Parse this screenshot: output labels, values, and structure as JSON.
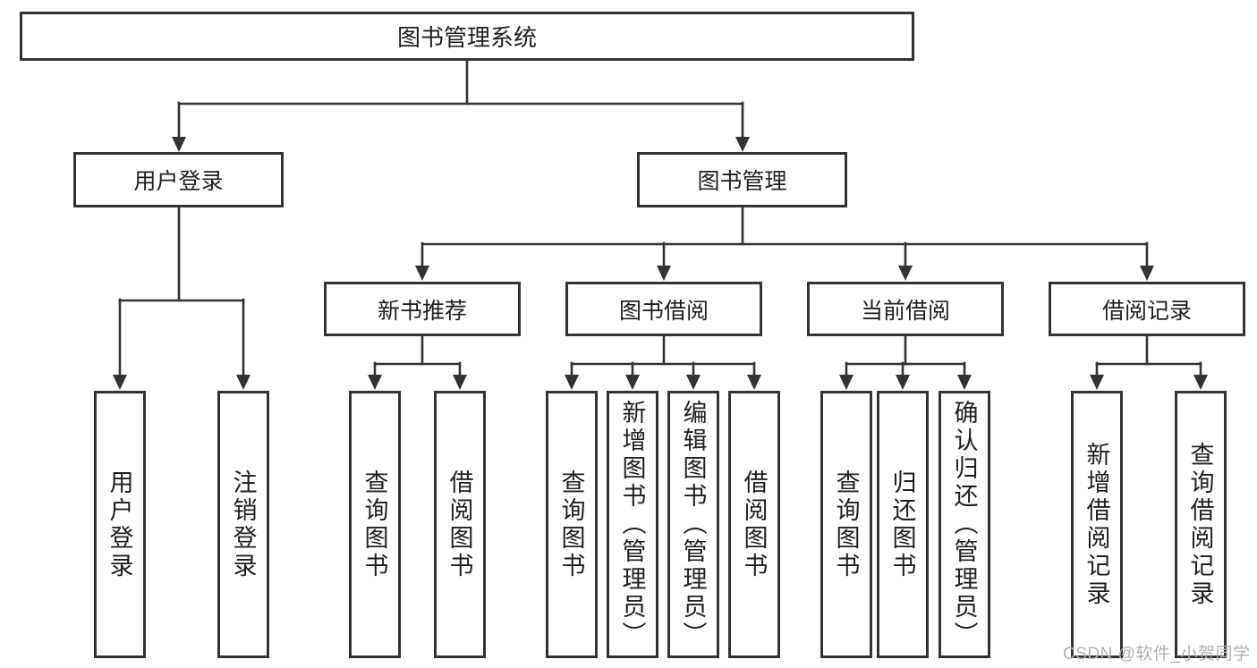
{
  "colors": {
    "line": "#333333",
    "box_border": "#333333",
    "text": "#1f1f1f",
    "background": "#ffffff",
    "watermark": "#b2b2b6"
  },
  "tree": {
    "label": "图书管理系统",
    "children": [
      {
        "label": "用户登录",
        "children": [
          {
            "label": "用户登录"
          },
          {
            "label": "注销登录"
          }
        ]
      },
      {
        "label": "图书管理",
        "children": [
          {
            "label": "新书推荐",
            "children": [
              {
                "label": "查询图书"
              },
              {
                "label": "借阅图书"
              }
            ]
          },
          {
            "label": "图书借阅",
            "children": [
              {
                "label": "查询图书"
              },
              {
                "label": "新增图书（管理员）"
              },
              {
                "label": "编辑图书（管理员）"
              },
              {
                "label": "借阅图书"
              }
            ]
          },
          {
            "label": "当前借阅",
            "children": [
              {
                "label": "查询图书"
              },
              {
                "label": "归还图书"
              },
              {
                "label": "确认归还（管理员）"
              }
            ]
          },
          {
            "label": "借阅记录",
            "children": [
              {
                "label": "新增借阅记录"
              },
              {
                "label": "查询借阅记录"
              }
            ]
          }
        ]
      }
    ]
  },
  "watermark": {
    "text": "CSDN @软件_小贺同学"
  }
}
